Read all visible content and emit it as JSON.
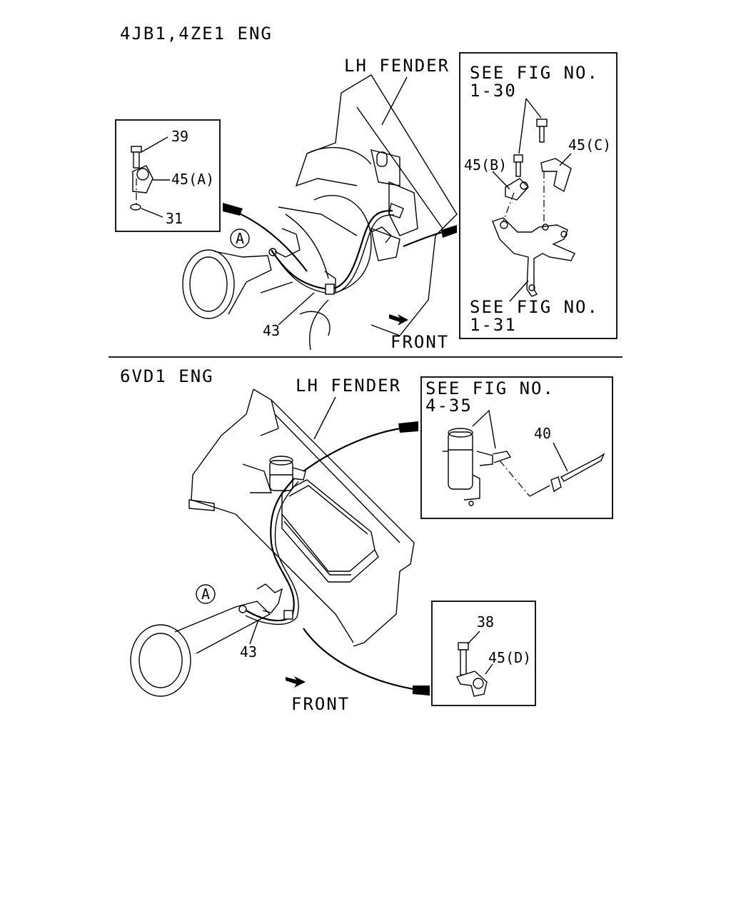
{
  "top": {
    "title": "4JB1,4ZE1 ENG",
    "fender": "LH FENDER",
    "ref1_line1": "SEE FIG NO.",
    "ref1_line2": "1-30",
    "ref2_line1": "SEE FIG NO.",
    "ref2_line2": "1-31",
    "front": "FRONT",
    "callout_a": "A",
    "p39": "39",
    "p45a": "45(A)",
    "p31": "31",
    "p43": "43",
    "p45b": "45(B)",
    "p45c": "45(C)"
  },
  "bottom": {
    "title": "6VD1 ENG",
    "fender": "LH FENDER",
    "ref_line1": "SEE FIG NO.",
    "ref_line2": "4-35",
    "front": "FRONT",
    "callout_a": "A",
    "p40": "40",
    "p43": "43",
    "p38": "38",
    "p45d": "45(D)"
  }
}
